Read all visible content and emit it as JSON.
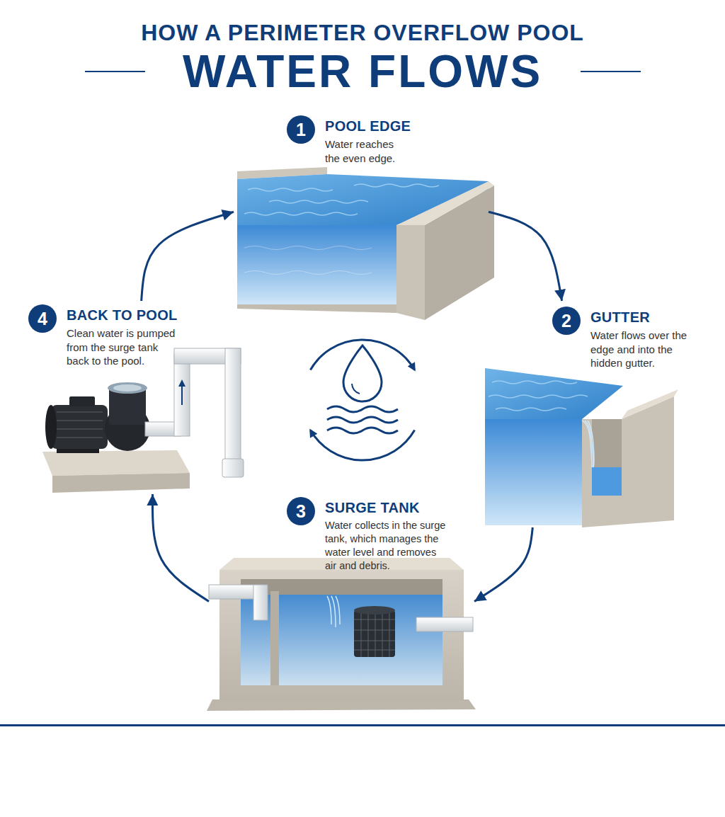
{
  "diagram": {
    "title": "HOW A PERIMETER OVERFLOW POOL",
    "nodes": [
      {
        "text": [
          "1",
          "POOL EDGE",
          "Water reaches the even edge."
        ]
      },
      {
        "text": [
          "2",
          "GUTTER",
          "Water flows over the edge and into the hidden gutter."
        ]
      },
      {
        "text": [
          "3",
          "SURGE TANK",
          "Water collects in the surge tank, which manages the water level and removes air and debris."
        ]
      },
      {
        "text": [
          "4",
          "BACK TO POOL",
          "Clean water is pumped from the surge tank back to the pool."
        ]
      }
    ],
    "edges": [
      {
        "from": 0,
        "to": 1,
        "arrow": "to"
      },
      {
        "from": 1,
        "to": 2,
        "arrow": "to"
      },
      {
        "from": 2,
        "to": 3,
        "arrow": "to"
      },
      {
        "from": 3,
        "to": 0,
        "arrow": "to"
      }
    ],
    "labels": [
      "WATER FLOWS"
    ]
  }
}
